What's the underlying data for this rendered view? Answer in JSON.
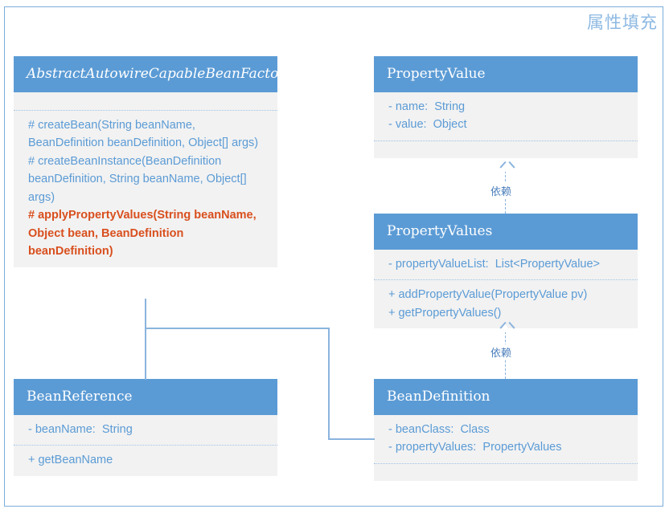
{
  "diagram": {
    "title": "属性填充",
    "accent_color": "#5b9bd5",
    "body_color": "#f2f2f2",
    "highlight_color": "#d94f1e",
    "classes": [
      {
        "id": "abstract-autowire-capable-bean-factory",
        "name": "AbstractAutowireCapableBeanFactory",
        "stereotype": "abstract",
        "attributes": [],
        "methods": [
          "# createBean(String beanName, BeanDefinition beanDefinition, Object[] args)",
          "# createBeanInstance(BeanDefinition beanDefinition, String beanName, Object[] args)",
          "# applyPropertyValues(String beanName, Object bean, BeanDefinition beanDefinition)"
        ],
        "highlighted_method": "# applyPropertyValues(String beanName, Object bean, BeanDefinition beanDefinition)"
      },
      {
        "id": "property-value",
        "name": "PropertyValue",
        "stereotype": "class",
        "attributes": [
          "- name:  String",
          "- value:  Object"
        ],
        "methods": []
      },
      {
        "id": "property-values",
        "name": "PropertyValues",
        "stereotype": "class",
        "attributes": [
          "- propertyValueList:  List<PropertyValue>"
        ],
        "methods": [
          "+ addPropertyValue(PropertyValue pv)",
          "+ getPropertyValues()"
        ]
      },
      {
        "id": "bean-reference",
        "name": "BeanReference",
        "stereotype": "class",
        "attributes": [
          "- beanName:  String"
        ],
        "methods": [
          "+ getBeanName"
        ]
      },
      {
        "id": "bean-definition",
        "name": "BeanDefinition",
        "stereotype": "class",
        "attributes": [
          "- beanClass:  Class",
          "- propertyValues:  PropertyValues"
        ],
        "methods": []
      }
    ],
    "relations": [
      {
        "id": "dep-propertyvalues-to-propertyvalue",
        "label": "依赖",
        "type": "dependency",
        "from": "PropertyValues",
        "to": "PropertyValue"
      },
      {
        "id": "dep-beandefinition-to-propertyvalues",
        "label": "依赖",
        "type": "dependency",
        "from": "BeanDefinition",
        "to": "PropertyValues"
      },
      {
        "id": "assoc-factory-to-beanreference",
        "label": "",
        "type": "association",
        "from": "AbstractAutowireCapableBeanFactory",
        "to": "BeanReference"
      },
      {
        "id": "assoc-factory-to-beandefinition",
        "label": "",
        "type": "association",
        "from": "AbstractAutowireCapableBeanFactory",
        "to": "BeanDefinition"
      }
    ]
  }
}
